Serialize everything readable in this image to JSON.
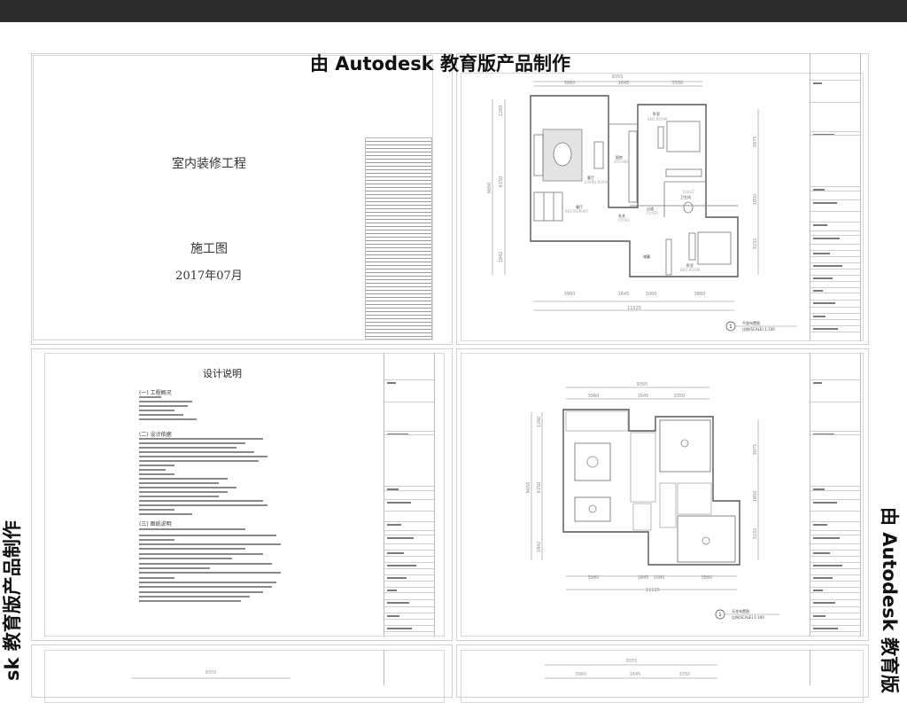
{
  "watermark": {
    "top": "由 Autodesk 教育版产品制作",
    "left": "sk 教育版产品制作",
    "right": "由 Autodesk 教育版"
  },
  "cover": {
    "project": "室内装修工程",
    "drawing_type": "施工图",
    "date": "2017年07月"
  },
  "design_notes": {
    "title": "设计说明",
    "sections": [
      "(一) 工程概况",
      "(二) 设计依据",
      "(三) 图纸说明"
    ]
  },
  "floor_plan": {
    "title": "平面布置图",
    "scale": "比例(SCALE) 1:100",
    "number": "1",
    "dims_top_total": "9355",
    "dims_top": [
      "3960",
      "1645",
      "3350"
    ],
    "dims_bottom": [
      "3960",
      "1645",
      "1060",
      "3860"
    ],
    "dims_bottom_total": "11125",
    "dims_left_total": "9650",
    "dims_left": [
      "1260",
      "6150",
      "1842"
    ],
    "dims_right": [
      "3875",
      "1850",
      "3232"
    ],
    "rooms": {
      "bedroom1": "卧室",
      "bedroom1_en": "BED ROOM",
      "kitchen": "厨房",
      "kitchen_en": "KITCHEN",
      "living": "客厅",
      "living_en": "LIVING ROOM",
      "dining": "餐厅",
      "dining_en": "RESTAURANT",
      "foyer1": "玄关",
      "foyer1_en": "FOYER",
      "foyer2": "过道",
      "foyer2_en": "FOYER",
      "toilet": "卫生间",
      "toilet_en": "TOILET",
      "storage": "储藏",
      "bedroom2": "卧室",
      "bedroom2_en": "BED ROOM"
    }
  },
  "ceiling_plan": {
    "title": "天花布置图",
    "scale": "比例(SCALE) 1:100",
    "number": "1",
    "dims_top_total": "9355",
    "dims_top": [
      "3960",
      "1645",
      "3350"
    ],
    "dims_bottom": [
      "3960",
      "1645",
      "1060",
      "3860"
    ],
    "dims_bottom_total": "11125",
    "dims_left_total": "9650",
    "dims_left": [
      "1260",
      "6150",
      "1842"
    ],
    "dims_right": [
      "3875",
      "1850",
      "3232"
    ]
  },
  "lower_sheets": {
    "dims_left_total": "9355",
    "dims_right_total": "9355",
    "dims_right": [
      "3960",
      "1645",
      "3350"
    ]
  }
}
